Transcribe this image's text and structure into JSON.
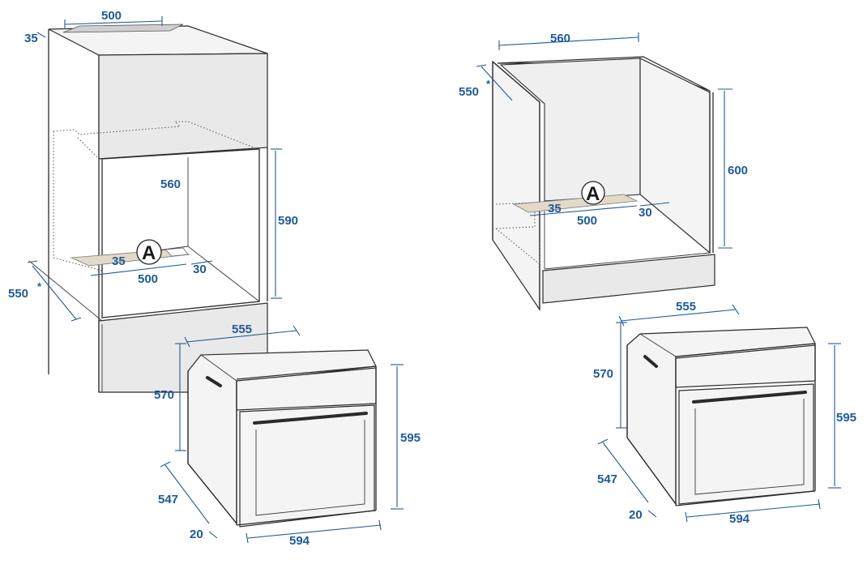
{
  "left_installation": {
    "top_width": "500",
    "top_gap": "35",
    "inner_depth": "560",
    "cavity_height": "590",
    "vent_offset": "35",
    "vent_width": "500",
    "vent_side": "30",
    "cavity_depth": "550",
    "depth_note": "*",
    "marker": "A"
  },
  "left_oven": {
    "depth": "555",
    "height_body": "570",
    "front_height": "595",
    "side_depth": "547",
    "door_thickness": "20",
    "front_width": "594"
  },
  "right_installation": {
    "width": "560",
    "depth": "550",
    "depth_note": "*",
    "height": "600",
    "vent_offset": "35",
    "vent_width": "500",
    "vent_side": "30",
    "marker": "A"
  },
  "right_oven": {
    "depth": "555",
    "height_body": "570",
    "front_height": "595",
    "side_depth": "547",
    "door_thickness": "20",
    "front_width": "594"
  }
}
